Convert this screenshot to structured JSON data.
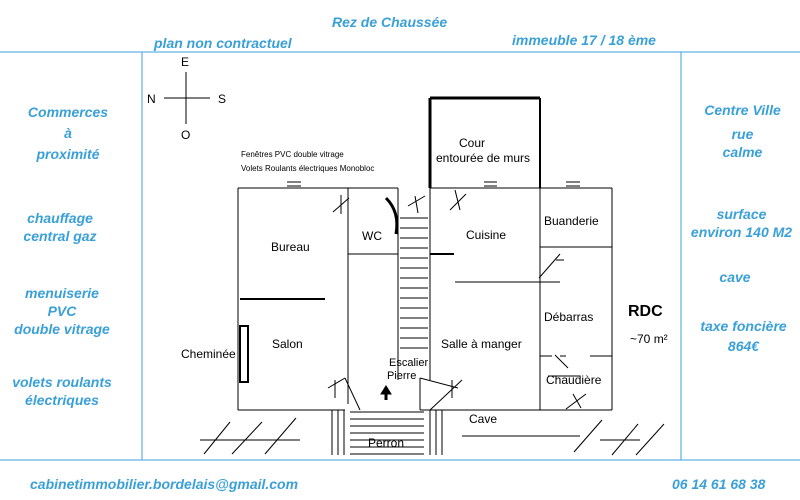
{
  "header": {
    "title": "Rez de Chaussée",
    "subtitle_left": "plan non contractuel",
    "subtitle_right": "immeuble 17 / 18 ème"
  },
  "left_notes": [
    "Commerces",
    "à",
    "proximité",
    "chauffage",
    "central gaz",
    "menuiserie",
    "PVC",
    "double vitrage",
    "volets roulants",
    "électriques"
  ],
  "right_notes": [
    "Centre Ville",
    "rue",
    "calme",
    "surface",
    "environ 140 M2",
    "cave",
    "taxe foncière",
    "864€"
  ],
  "footer": {
    "email": "cabinetimmobilier.bordelais@gmail.com",
    "phone": "06 14 61 68 38"
  },
  "compass": {
    "north": "N",
    "south": "S",
    "east": "E",
    "west": "O"
  },
  "notes": {
    "windows": "Fenêtres PVC double vitrage",
    "shutters": "Volets Roulants électriques Monobloc"
  },
  "rooms": {
    "cour_line1": "Cour",
    "cour_line2": "entourée de murs",
    "bureau": "Bureau",
    "wc": "WC",
    "cuisine": "Cuisine",
    "buanderie": "Buanderie",
    "salon": "Salon",
    "cheminee": "Cheminée",
    "salle": "Salle à manger",
    "debarras": "Débarras",
    "chaudiere": "Chaudière",
    "escalier_line1": "Escalier",
    "escalier_line2": "Pierre",
    "perron": "Perron",
    "cave": "Cave"
  },
  "level": {
    "label": "RDC",
    "area": "~70 m²"
  },
  "colors": {
    "accent": "#3aa0d8",
    "line": "#000000"
  }
}
